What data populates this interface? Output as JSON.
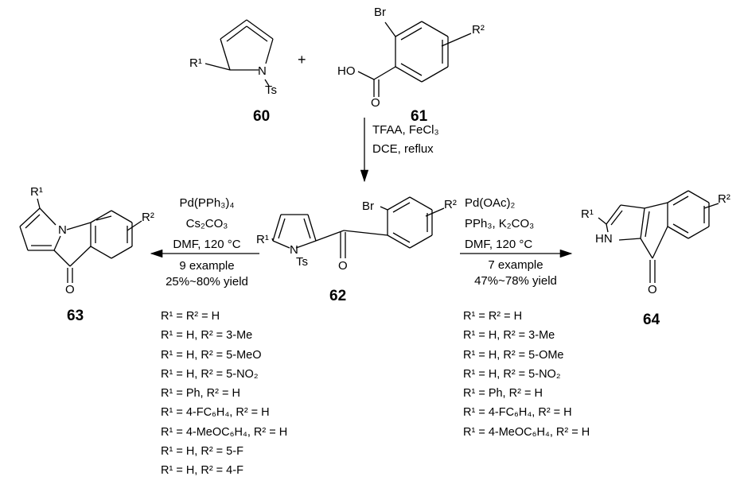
{
  "compounds": {
    "c60": {
      "label": "60",
      "r1": "R¹",
      "n": "N",
      "ts": "Ts"
    },
    "plus": "+",
    "c61": {
      "label": "61",
      "br": "Br",
      "ho": "HO",
      "o": "O",
      "r2": "R²"
    },
    "c62": {
      "label": "62",
      "r1": "R¹",
      "n": "N",
      "ts": "Ts",
      "o": "O",
      "br": "Br",
      "r2": "R²"
    },
    "c63": {
      "label": "63",
      "r1": "R¹",
      "n": "N",
      "o": "O",
      "r2": "R²"
    },
    "c64": {
      "label": "64",
      "r1": "R¹",
      "hn": "HN",
      "o": "O",
      "r2": "R²"
    }
  },
  "step1": {
    "line1": "TFAA, FeCl₃",
    "line2": "DCE, reflux"
  },
  "left_step": {
    "line1": "Pd(PPh₃)₄",
    "line2": "Cs₂CO₃",
    "line3": "DMF, 120 °C",
    "line4": "9 example",
    "line5": "25%~80% yield"
  },
  "right_step": {
    "line1": "Pd(OAc)₂",
    "line2": "PPh₃, K₂CO₃",
    "line3": "DMF, 120 °C",
    "line4": "7 example",
    "line5": "47%~78% yield"
  },
  "left_list": [
    "R¹ = R² = H",
    "R¹ = H, R² = 3-Me",
    "R¹ = H, R² = 5-MeO",
    "R¹ = H, R² = 5-NO₂",
    "R¹ = Ph, R² = H",
    "R¹ = 4-FC₆H₄, R² = H",
    "R¹ = 4-MeOC₆H₄, R² = H",
    "R¹ = H, R² = 5-F",
    "R¹ = H, R² = 4-F"
  ],
  "right_list": [
    "R¹ = R² = H",
    "R¹ = H, R² = 3-Me",
    "R¹ = H, R² = 5-OMe",
    "R¹ = H, R² = 5-NO₂",
    "R¹ = Ph, R² = H",
    "R¹ = 4-FC₆H₄, R² = H",
    "R¹ = 4-MeOC₆H₄, R² = H"
  ]
}
